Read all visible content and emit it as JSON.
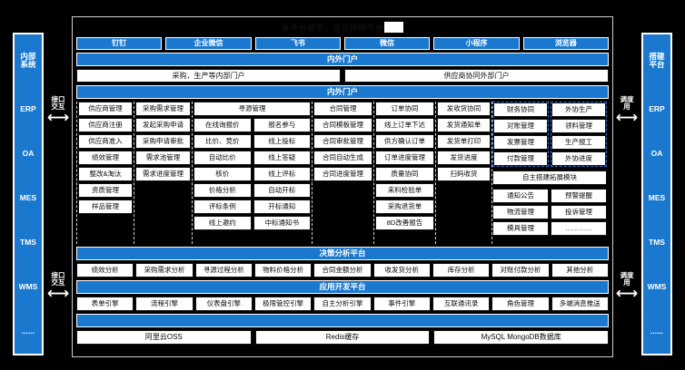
{
  "title": {
    "text": "多平台使用，且支持跨平台",
    "redacted": true
  },
  "left_rail": {
    "items": [
      {
        "label": "内部\n系统"
      },
      {
        "label": "ERP"
      },
      {
        "label": "OA"
      },
      {
        "label": "MES"
      },
      {
        "label": "TMS"
      },
      {
        "label": "WMS"
      },
      {
        "label": "......"
      }
    ]
  },
  "right_rail": {
    "items": [
      {
        "label": "搭建\n平台"
      },
      {
        "label": "ERP"
      },
      {
        "label": "OA"
      },
      {
        "label": "MES"
      },
      {
        "label": "TMS"
      },
      {
        "label": "WMS"
      },
      {
        "label": "......"
      }
    ]
  },
  "connectors": {
    "left_top": "接口\n交互",
    "left_bottom": "接口\n交互",
    "right_top": "调度\n用",
    "right_bottom": "调度\n用",
    "arrow_glyph": "⟷"
  },
  "channels": [
    {
      "label": "钉钉"
    },
    {
      "label": "企业微信"
    },
    {
      "label": "飞书"
    },
    {
      "label": "微信"
    },
    {
      "label": "小程序"
    },
    {
      "label": "浏览器"
    }
  ],
  "portal_bar_1": "内外门户",
  "portals": [
    {
      "label": "采购，生产等内部门户"
    },
    {
      "label": "供应商协同外部门户"
    }
  ],
  "portal_bar_2": "内外门户",
  "modules": {
    "col1": {
      "header": "供应商管理",
      "items": [
        "供应商注册",
        "供应商准入",
        "绩效管理",
        "整改&淘汰",
        "资质管理",
        "样品管理"
      ]
    },
    "col2": {
      "header": "采购需求管理",
      "items": [
        "发起采购申请",
        "采购申请审批",
        "需求池管理",
        "需求进度管理"
      ]
    },
    "col3": {
      "header": "寻源管理",
      "left": [
        "在线询报价",
        "比价、竞价",
        "自动比价",
        "核价",
        "价格分析",
        "评标条例",
        "线上邀约"
      ],
      "right": [
        "报名参与",
        "线上投标",
        "线上答疑",
        "线上评标",
        "自动开标",
        "开标通知",
        "中标通知书"
      ]
    },
    "col4": {
      "header": "合同管理",
      "items": [
        "合同模板管理",
        "合同审批管理",
        "合同自动生成",
        "合同进度管理"
      ]
    },
    "col5": {
      "header": "订单协同",
      "items": [
        "线上订单下达",
        "供方确认订单",
        "订单进度管理",
        "质量协同",
        "来料检验单",
        "采购退货单",
        "8D改善报告"
      ]
    },
    "col6": {
      "header": "发收货协同",
      "items": [
        "发货通知单",
        "发货单打印",
        "发货进度",
        "扫码收货"
      ]
    },
    "col7": {
      "header": "财务协同",
      "items": [
        "对账管理",
        "发票管理",
        "付款管理"
      ]
    },
    "col8": {
      "header": "外协生产",
      "items": [
        "领料管理",
        "生产报工",
        "外协进度"
      ]
    },
    "extension": {
      "header": "自主搭建拓展模块",
      "left": [
        "通知公告",
        "物流管理",
        "模具管理"
      ],
      "right": [
        "预警提醒",
        "投诉管理",
        "…………"
      ]
    }
  },
  "decision_platform": {
    "title": "决策分析平台",
    "items": [
      "绩效分析",
      "采购需求分析",
      "寻源过程分析",
      "物料价格分析",
      "合同金额分析",
      "收发货分析",
      "库存分析",
      "对账付款分析",
      "其他分析"
    ]
  },
  "app_platform": {
    "title": "应用开发平台",
    "items": [
      "表单引擎",
      "流程引擎",
      "仪表盘引擎",
      "极限管控引擎",
      "自主分析引擎",
      "事件引擎",
      "互联通讯录",
      "角色管理",
      "多端消息推送"
    ]
  },
  "infrastructure": {
    "bar": "",
    "items": [
      "阿里云OSS",
      "Redis缓存",
      "MySQL MongoDB数据库"
    ]
  },
  "colors": {
    "brand_blue": "#1b78cf",
    "frame_border": "#cfcfcf",
    "background": "#000000",
    "cell_bg": "#ffffff"
  }
}
